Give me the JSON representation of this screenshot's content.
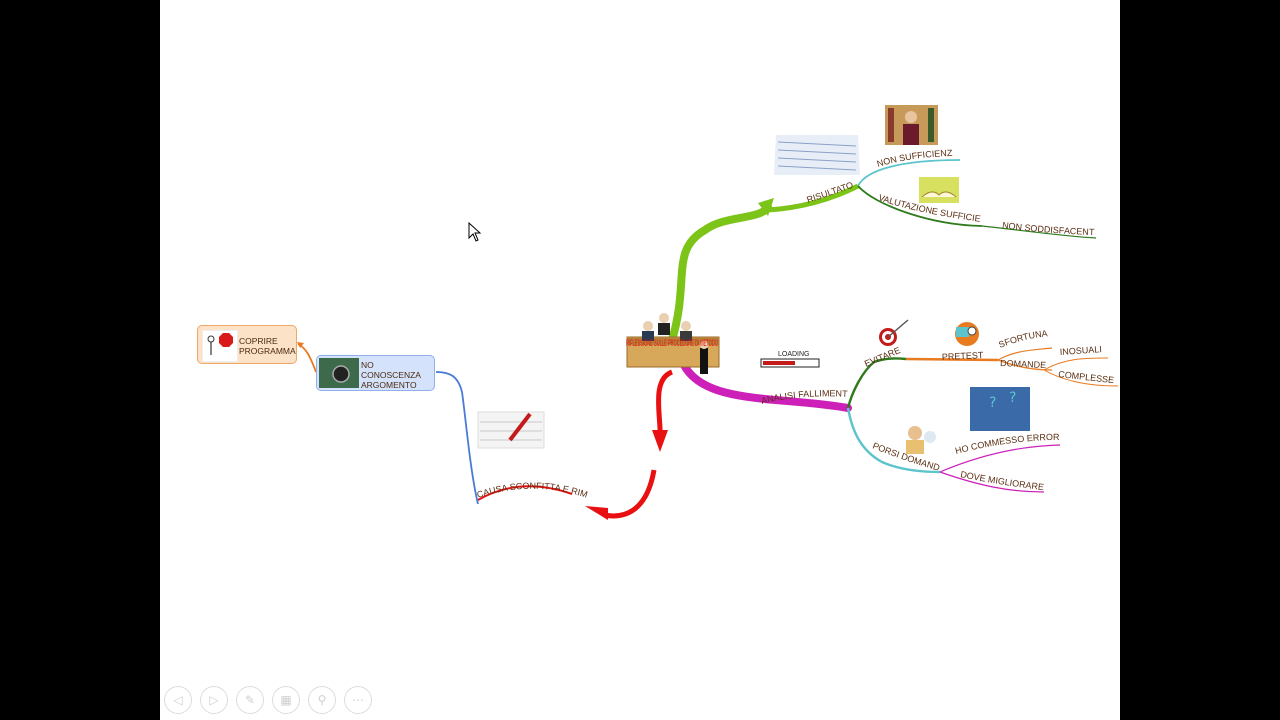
{
  "central_topic": "RIFLESSIONE SULLE PROCEDURE DI METODO",
  "loading_label": "LOADING",
  "branches": {
    "risultato": {
      "label": "RISULTATO",
      "children": [
        "NON SUFFICIENZA",
        "VALUTAZIONE SUFFICIENTE",
        "NON SODDISFACENTE"
      ]
    },
    "analisi": {
      "label": "ANALISI FALLIMENTO",
      "evitare": {
        "label": "EVITARE",
        "pretesti": {
          "label": "PRETESTI",
          "children": [
            "SFORTUNA",
            "DOMANDE"
          ],
          "domande_children": [
            "INOSUALI",
            "COMPLESSE"
          ]
        }
      },
      "porsi": {
        "label": "PORSI DOMANDE",
        "children": [
          "HO COMMESSO ERRORI?",
          "DOVE MIGLIORARE?"
        ]
      }
    },
    "causa": {
      "label": "CAUSA SCONFITTA E RIMEDI",
      "no_conoscenza": "NO CONOSCENZA ARGOMENTO",
      "coprire": "COPRIRE PROGRAMMA"
    }
  },
  "icons": {
    "prev": "chevron-left-icon",
    "next": "chevron-right-icon",
    "pen": "pen-icon",
    "slides": "slides-icon",
    "zoom": "zoom-icon",
    "more": "more-icon"
  },
  "colors": {
    "green_branch": "#7cc418",
    "magenta_branch": "#cc20b8",
    "red_branch": "#e81010",
    "teal": "#5cc4cc",
    "dark_green": "#2e7a1c",
    "orange": "#e87a20"
  }
}
